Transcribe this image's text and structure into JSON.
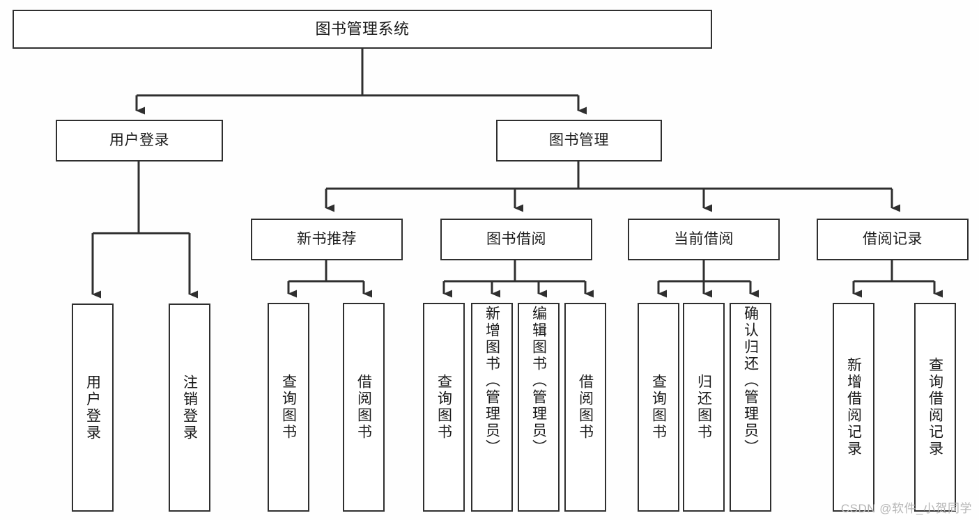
{
  "diagram": {
    "title": "图书管理系统",
    "type": "tree-hierarchy-chart",
    "watermark": "CSDN @软件_小贺同学",
    "colors": {
      "background": "#fefefe",
      "box_border": "#2f2f2f",
      "box_fill": "#ffffff",
      "edge": "#2f2f2f",
      "text": "#1a1a1a",
      "watermark": "#b6b6b6"
    },
    "root": {
      "label": "图书管理系统"
    },
    "level2": [
      {
        "label": "用户登录"
      },
      {
        "label": "图书管理"
      }
    ],
    "level3": [
      {
        "label": "新书推荐"
      },
      {
        "label": "图书借阅"
      },
      {
        "label": "当前借阅"
      },
      {
        "label": "借阅记录"
      }
    ],
    "leaves": {
      "user_login": [
        {
          "label": "用户登录"
        },
        {
          "label": "注销登录"
        }
      ],
      "new_book_recommend": [
        {
          "label": "查询图书"
        },
        {
          "label": "借阅图书"
        }
      ],
      "book_borrow": [
        {
          "label": "查询图书"
        },
        {
          "label": "新增图书（管理员）"
        },
        {
          "label": "编辑图书（管理员）"
        },
        {
          "label": "借阅图书"
        }
      ],
      "current_borrow": [
        {
          "label": "查询图书"
        },
        {
          "label": "归还图书"
        },
        {
          "label": "确认归还（管理员）"
        }
      ],
      "borrow_record": [
        {
          "label": "新增借阅记录"
        },
        {
          "label": "查询借阅记录"
        }
      ]
    }
  }
}
